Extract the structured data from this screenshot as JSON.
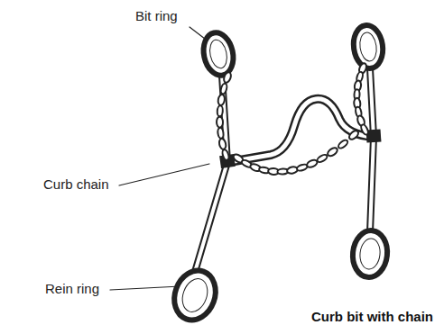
{
  "diagram": {
    "caption": "Curb bit with chain",
    "labels": [
      "Bit ring",
      "Curb chain",
      "Rein ring"
    ]
  }
}
